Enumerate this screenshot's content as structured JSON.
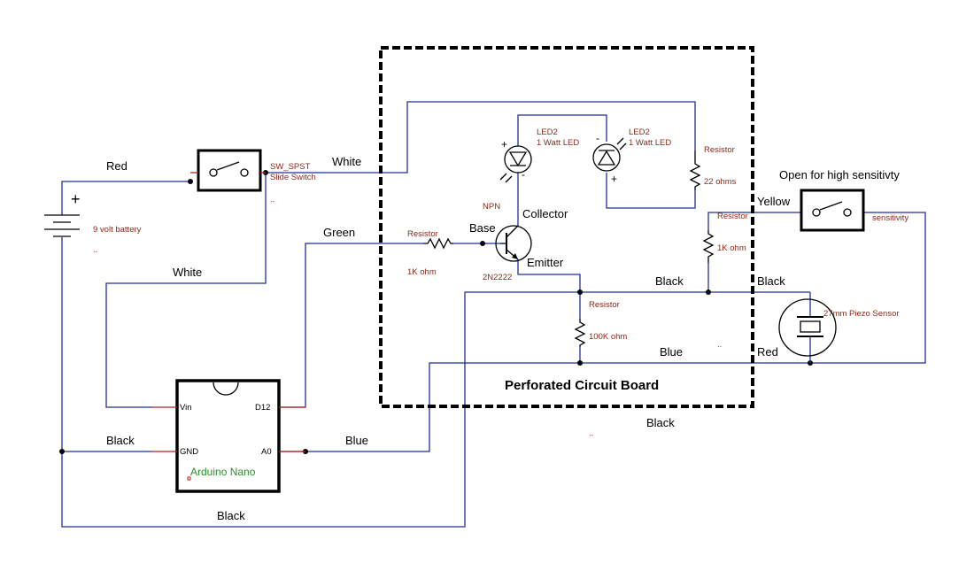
{
  "wire_labels": {
    "red_top": "Red",
    "white_top": "White",
    "white_left": "White",
    "green": "Green",
    "yellow": "Yellow",
    "black_center": "Black",
    "black_right": "Black",
    "blue_center": "Blue",
    "red_right": "Red",
    "black_lower": "Black",
    "black_left": "Black",
    "blue_left": "Blue",
    "black_bottom": "Black"
  },
  "board_title": "Perforated Circuit Board",
  "battery": {
    "label": "9 volt battery",
    "plus": "+",
    "dots": ".."
  },
  "slide_switch": {
    "ref": "SW_SPST",
    "name": "Slide Switch",
    "dots": ".."
  },
  "sensitivity_switch": {
    "title": "Open for high sensitivty",
    "label": "sensitivity"
  },
  "led1": {
    "ref": "LED2",
    "name": "1 Watt LED",
    "plus": "+",
    "minus": "-"
  },
  "led2": {
    "ref": "LED2",
    "name": "1 Watt LED",
    "plus": "+",
    "minus": "-"
  },
  "resistor_22": {
    "type": "Resistor",
    "value": "22 ohms"
  },
  "resistor_1k_base": {
    "type": "Resistor",
    "value": "1K ohm"
  },
  "resistor_1k_right": {
    "type": "Resistor",
    "value": "1K ohm"
  },
  "resistor_100k": {
    "type": "Resistor",
    "value": "100K ohm"
  },
  "transistor": {
    "type": "NPN",
    "part": "2N2222",
    "base": "Base",
    "collector": "Collector",
    "emitter": "Emitter"
  },
  "piezo": {
    "label": "27mm Piezo Sensor"
  },
  "arduino": {
    "name": "Arduino Nano",
    "pin_vin": "Vin",
    "pin_gnd": "GND",
    "pin_d12": "D12",
    "pin_a0": "A0"
  },
  "stray": {
    "dots_center": "..",
    "dots_bottom": ".."
  }
}
